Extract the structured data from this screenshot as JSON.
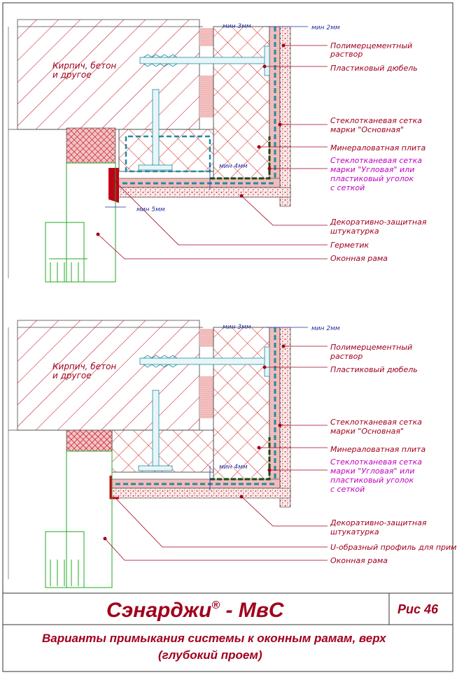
{
  "colors": {
    "accent": "#a0001c",
    "magenta": "#c000c0",
    "mesh": "#1e8ca0",
    "frame": "#22aa22",
    "dimension": "#2030a0"
  },
  "top": {
    "wall_text": [
      "Кирпич, бетон",
      "и другое"
    ],
    "dims": {
      "a": "мин 3мм",
      "b": "мин 2мм",
      "c": "мин 4мм",
      "d": "мин 5мм"
    },
    "labels": {
      "mortar": [
        "Полимерцементный",
        "раствор"
      ],
      "dowel": "Пластиковый дюбель",
      "mesh_main": [
        "Стеклотканевая сетка",
        "марки \"Основная\""
      ],
      "wool": "Минераловатная плита",
      "mesh_corner": [
        "Стеклотканевая сетка",
        "марки \"Угловая\" или",
        "пластиковый уголок",
        "с сеткой"
      ],
      "plaster": [
        "Декоративно-защитная",
        "штукатурка"
      ],
      "sealant": "Герметик",
      "frame": "Оконная рама"
    }
  },
  "bottom": {
    "wall_text": [
      "Кирпич, бетон",
      "и другое"
    ],
    "dims": {
      "a": "мин 3мм",
      "b": "мин 2мм",
      "c": "мин 4мм"
    },
    "labels": {
      "mortar": [
        "Полимерцементный",
        "раствор"
      ],
      "dowel": "Пластиковый дюбель",
      "mesh_main": [
        "Стеклотканевая сетка",
        "марки \"Основная\""
      ],
      "wool": "Минераловатная плита",
      "mesh_corner": [
        "Стеклотканевая сетка",
        "марки \"Угловая\" или",
        "пластиковый уголок",
        "с сеткой"
      ],
      "plaster": [
        "Декоративно-защитная",
        "штукатурка"
      ],
      "profile": "U-образный профиль для примыкания",
      "frame": "Оконная рама"
    }
  },
  "title_block": {
    "brand": "Сэнарджи",
    "reg": "®",
    "product": " - МвС",
    "figure": "Рис 46",
    "caption": [
      "Варианты примыкания системы к оконным рамам, верх",
      "(глубокий проем)"
    ]
  }
}
